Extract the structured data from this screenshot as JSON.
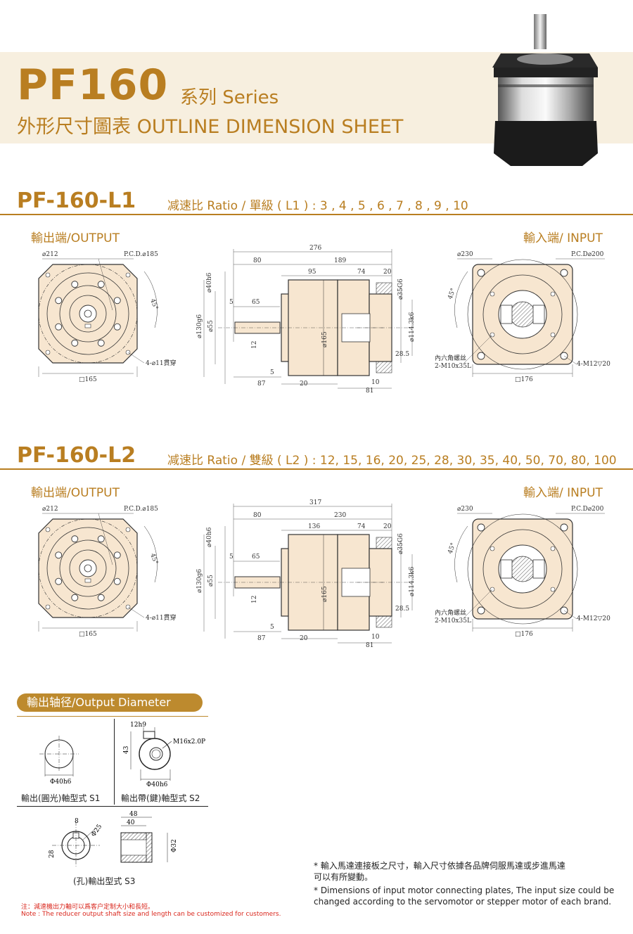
{
  "header": {
    "model": "PF160",
    "series": "系列 Series",
    "subtitle": "外形尺寸圖表 OUTLINE DIMENSION SHEET"
  },
  "sections": [
    {
      "model": "PF-160-L1",
      "ratio": "减速比 Ratio / 單級 ( L1 ) : 3 , 4 , 5 , 6 , 7 , 8 , 9 , 10",
      "output_label": "輸出端/OUTPUT",
      "input_label": "輸入端/ INPUT",
      "dims": {
        "out_d212": "⌀212",
        "out_pcd": "P.C.D.⌀185",
        "out_angle": "45°",
        "out_holes": "4-⌀11貫穿",
        "out_sq": "□165",
        "total": "276",
        "d80": "80",
        "d189": "189",
        "d95": "95",
        "d74": "74",
        "d20a": "20",
        "d40": "⌀40h6",
        "d5a": "5",
        "d65": "65",
        "d130": "⌀130g6",
        "d55": "⌀55",
        "d12": "12",
        "d165": "⌀165",
        "d35": "⌀35G6",
        "d114": "⌀114.3k6",
        "d28": "28.5",
        "d5b": "5",
        "d87": "87",
        "d20b": "20",
        "d10": "10",
        "d81": "81",
        "in_d230": "⌀230",
        "in_pcd": "P.C.D⌀200",
        "in_angle": "45°",
        "in_screw1": "內六角螺丝",
        "in_screw2": "2-M10x35L",
        "in_holes": "4-M12▽20",
        "in_sq": "□176"
      }
    },
    {
      "model": "PF-160-L2",
      "ratio": "减速比 Ratio / 雙級 ( L2 ) : 12, 15, 16, 20, 25, 28, 30, 35, 40, 50, 70, 80, 100",
      "output_label": "輸出端/OUTPUT",
      "input_label": "輸入端/ INPUT",
      "dims": {
        "out_d212": "⌀212",
        "out_pcd": "P.C.D.⌀185",
        "out_angle": "45°",
        "out_holes": "4-⌀11貫穿",
        "out_sq": "□165",
        "total": "317",
        "d80": "80",
        "d189": "230",
        "d95": "136",
        "d74": "74",
        "d20a": "20",
        "d40": "⌀40h6",
        "d5a": "5",
        "d65": "65",
        "d130": "⌀130g6",
        "d55": "⌀55",
        "d12": "12",
        "d165": "⌀165",
        "d35": "⌀35G6",
        "d114": "⌀114.3k6",
        "d28": "28.5",
        "d5b": "5",
        "d87": "87",
        "d20b": "20",
        "d10": "10",
        "d81": "81",
        "in_d230": "⌀230",
        "in_pcd": "P.C.D⌀200",
        "in_angle": "45°",
        "in_screw1": "內六角螺丝",
        "in_screw2": "2-M10x35L",
        "in_holes": "4-M12▽20",
        "in_sq": "□176"
      }
    }
  ],
  "shaft": {
    "title": "輸出轴径/Output Diameter",
    "s1_dim": "Φ40h6",
    "s1_label": "輸出(圓光)軸型式  S1",
    "s2_key": "12h9",
    "s2_h": "43",
    "s2_thread": "M16x2.0P",
    "s2_dim": "Φ40h6",
    "s2_label": "輸出帶(鍵)軸型式  S2",
    "s3_8": "8",
    "s3_25": "Φ25",
    "s3_28": "28",
    "s3_48": "48",
    "s3_40": "40",
    "s3_32": "Φ32",
    "s3_label": "(孔)輸出型式  S3"
  },
  "notes": {
    "cn_red": "注：減速機出力軸可以爲客户定制大小和長短。",
    "en_red": "Note : The reducer output shaft size and length can be customized for customers.",
    "n1a": "* 輸入馬達連接板之尺寸，輸入尺寸依據各品牌伺服馬達或步進馬達",
    "n1b": "  可以有所變動。",
    "n2a": "* Dimensions of input motor connecting plates, The input size could be",
    "n2b": "  changed according to the servomotor or stepper motor of each brand."
  },
  "colors": {
    "accent": "#b97e21",
    "part_fill": "#f7e6d0",
    "red": "#d9261c"
  }
}
